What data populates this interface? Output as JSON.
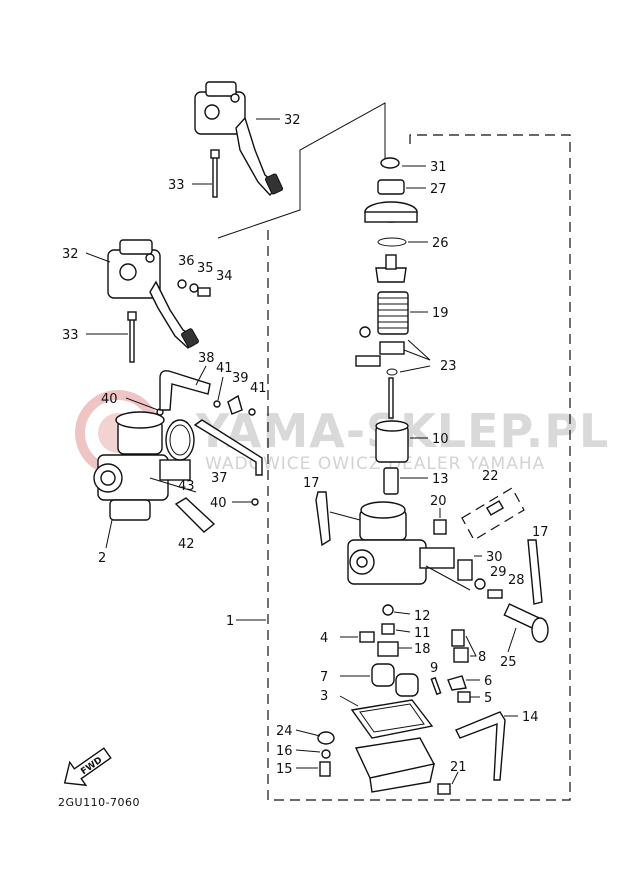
{
  "watermark": {
    "main": "YAMA-SKLEP.PL",
    "sub": "WADOWICE  OWICZ DEALER YAMAHA"
  },
  "diagram_code": "2GU110-7060",
  "forward_arrow": "FWD",
  "callouts": {
    "n1": "1",
    "n2": "2",
    "n3": "3",
    "n4": "4",
    "n5": "5",
    "n6": "6",
    "n7": "7",
    "n8": "8",
    "n9": "9",
    "n10": "10",
    "n11": "11",
    "n12": "12",
    "n13": "13",
    "n14": "14",
    "n15": "15",
    "n16": "16",
    "n17a": "17",
    "n17b": "17",
    "n18": "18",
    "n19": "19",
    "n20": "20",
    "n21": "21",
    "n22": "22",
    "n23": "23",
    "n24": "24",
    "n25": "25",
    "n26": "26",
    "n27": "27",
    "n28": "28",
    "n29": "29",
    "n30": "30",
    "n31": "31",
    "n32a": "32",
    "n32b": "32",
    "n33a": "33",
    "n33b": "33",
    "n34": "34",
    "n35": "35",
    "n36": "36",
    "n37": "37",
    "n38": "38",
    "n39": "39",
    "n40a": "40",
    "n40b": "40",
    "n41a": "41",
    "n41b": "41",
    "n42": "42",
    "n43": "43"
  },
  "colors": {
    "ink": "#111111",
    "watermark": "#d9d9d9",
    "watermark_logo": "#e9b3b3"
  }
}
